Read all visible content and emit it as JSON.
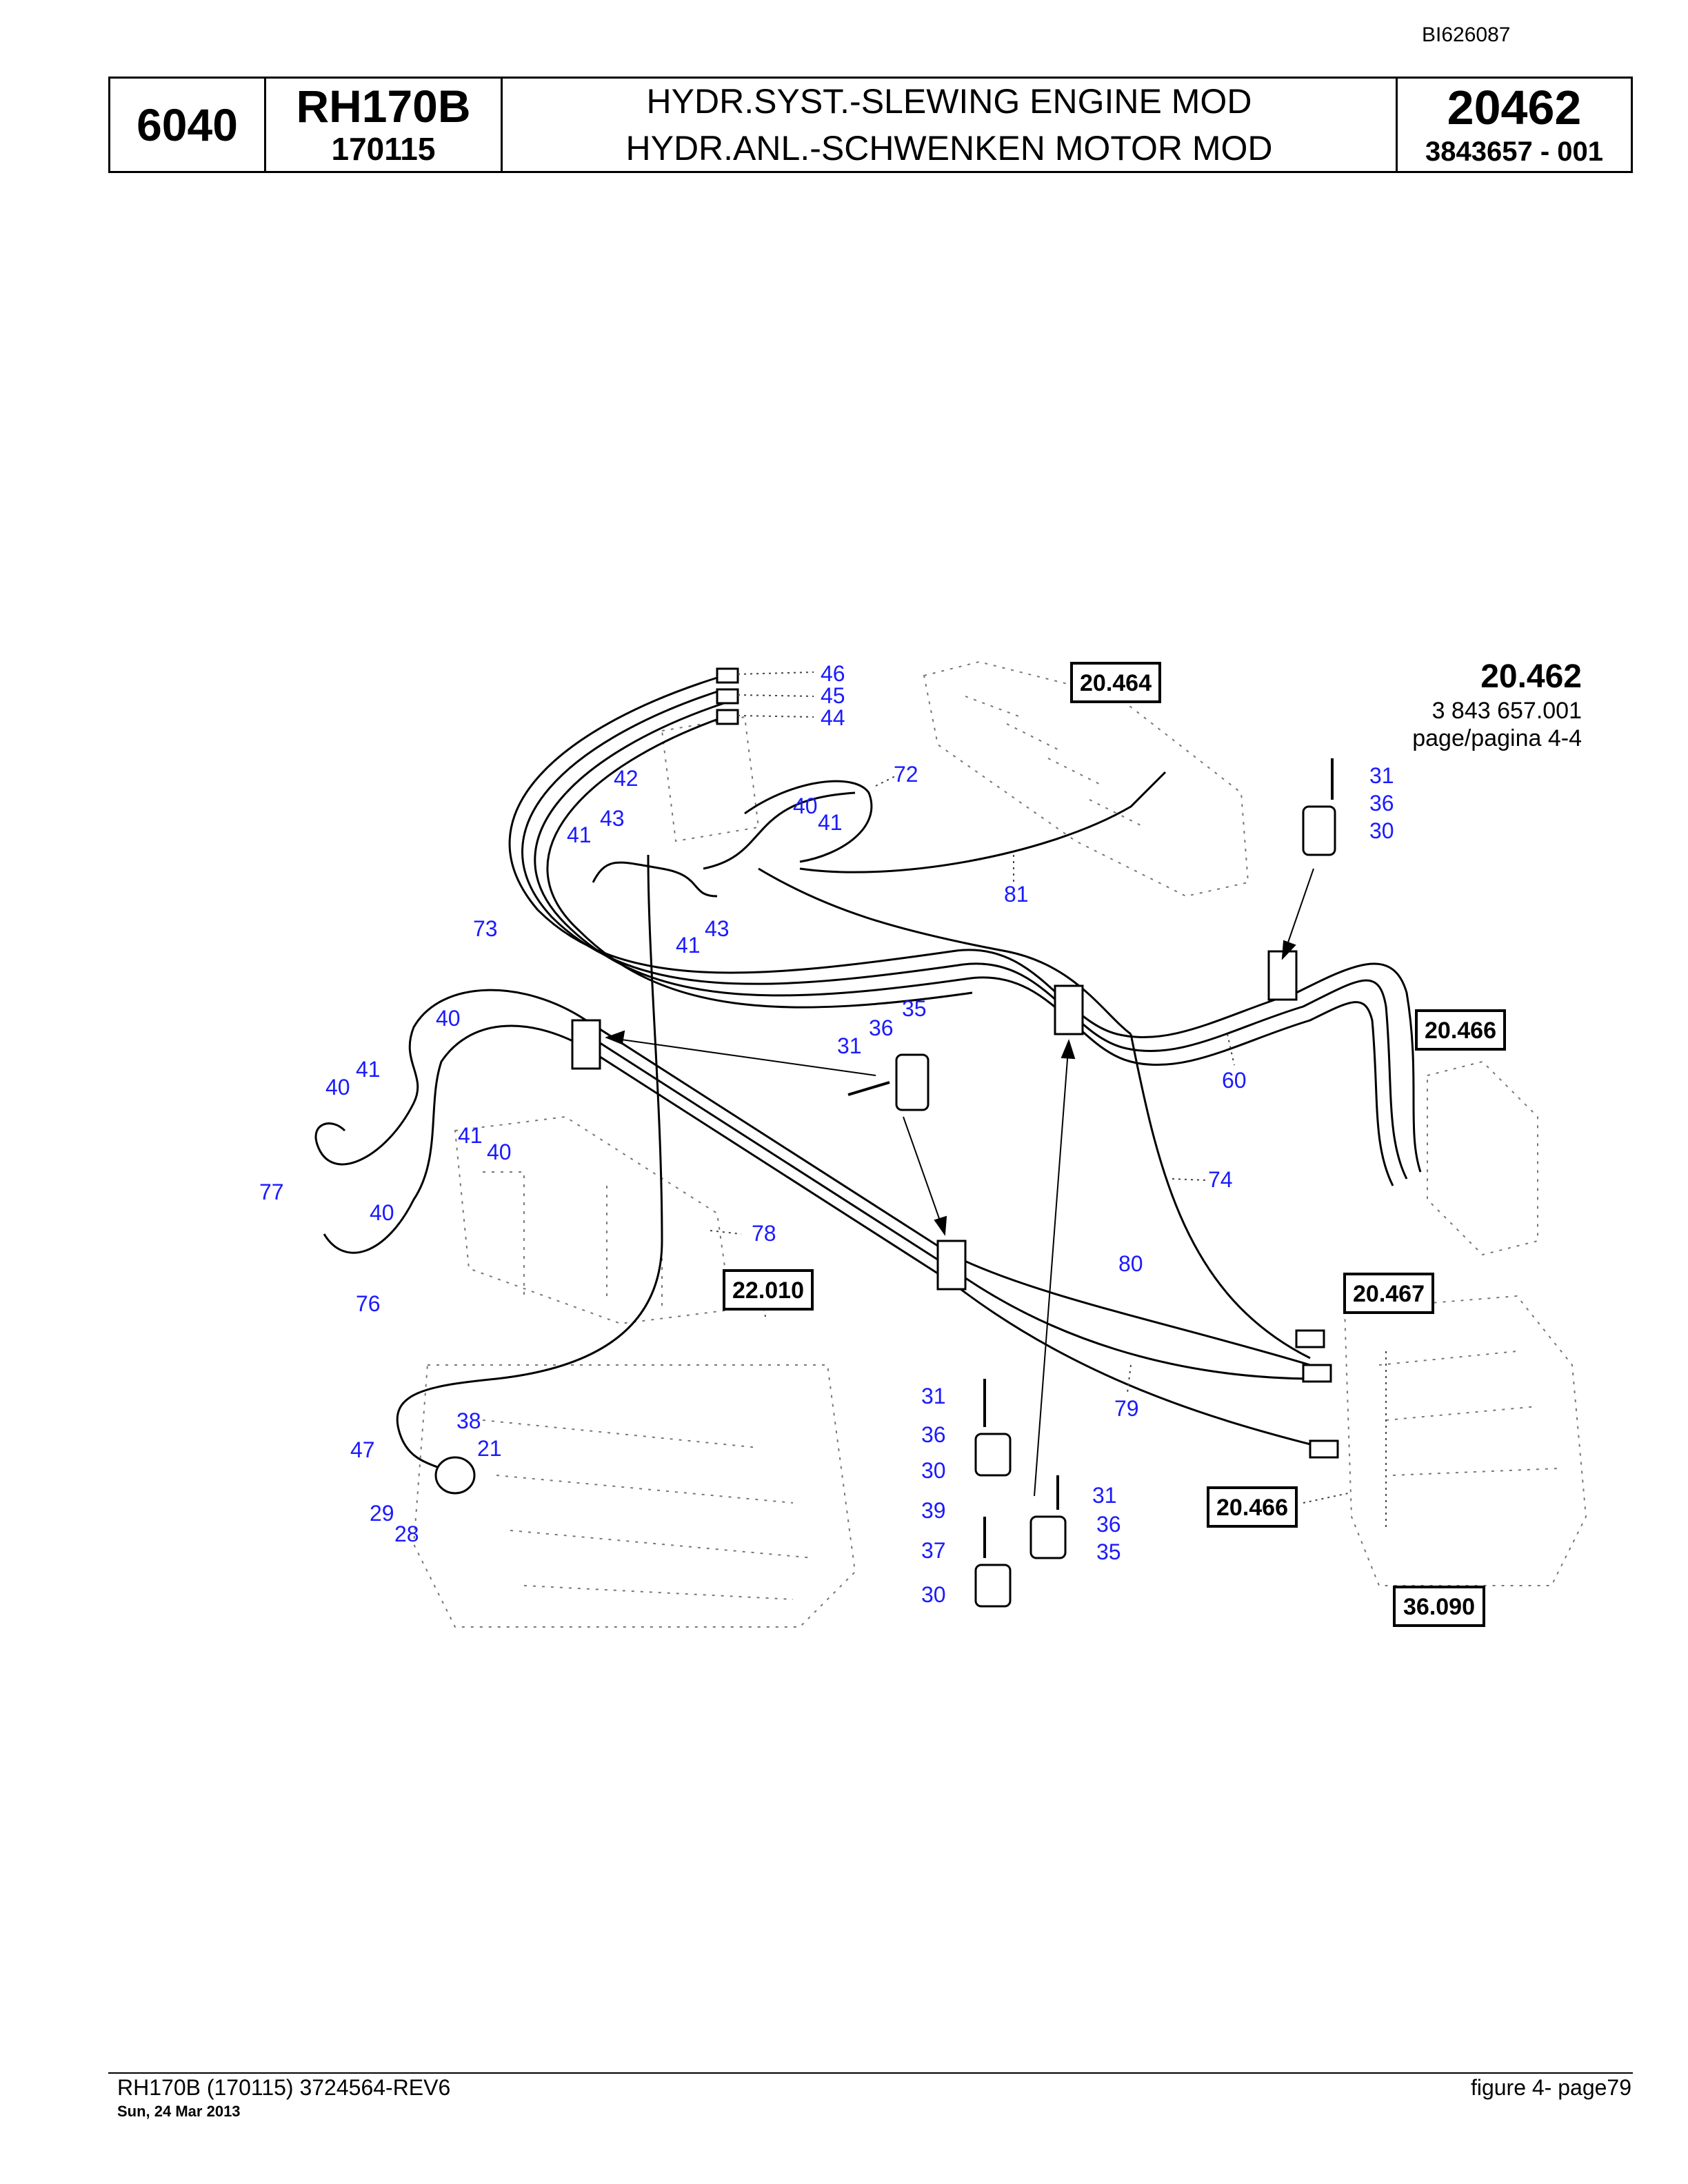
{
  "doc_id": "BI626087",
  "title_block": {
    "section": "6040",
    "model": "RH170B",
    "serial": "170115",
    "title_en": "HYDR.SYST.-SLEWING ENGINE MOD",
    "title_de": "HYDR.ANL.-SCHWENKEN MOTOR MOD",
    "group": "20462",
    "part_no": "3843657 - 001"
  },
  "diagram": {
    "group_label": "20.462",
    "group_ref": "3 843 657.001",
    "page_ref": "page/pagina 4-4",
    "ref_boxes": [
      "20.464",
      "20.466",
      "20.467",
      "20.466",
      "22.010",
      "36.090"
    ],
    "callouts": [
      "46",
      "45",
      "44",
      "42",
      "72",
      "43",
      "40",
      "41",
      "41",
      "81",
      "73",
      "41",
      "43",
      "35",
      "36",
      "31",
      "40",
      "41",
      "40",
      "60",
      "41",
      "40",
      "77",
      "40",
      "74",
      "78",
      "76",
      "80",
      "38",
      "47",
      "21",
      "29",
      "28",
      "31",
      "36",
      "30",
      "39",
      "37",
      "30",
      "31",
      "36",
      "35",
      "79",
      "31",
      "36",
      "30"
    ]
  },
  "footer": {
    "left": "RH170B (170115) 3724564-REV6",
    "date": "Sun, 24 Mar 2013",
    "right": "figure  4- page79"
  }
}
